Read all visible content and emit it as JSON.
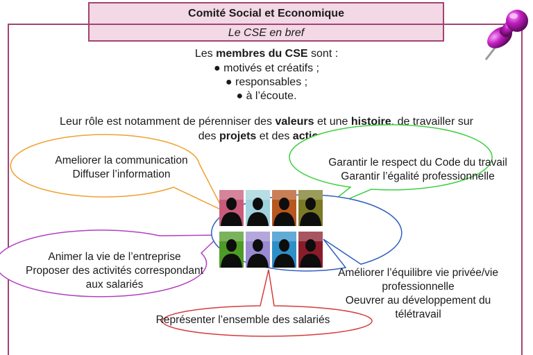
{
  "header": {
    "title": "Comité Social et Economique",
    "subtitle": "Le CSE en bref"
  },
  "intro": {
    "prefix": "Les ",
    "bold": "membres du CSE",
    "suffix": " sont :"
  },
  "bullets": [
    "● motivés et créatifs ;",
    "● responsables ;",
    "● à l’écoute."
  ],
  "role": {
    "line1_a": "Leur rôle est notamment de pérenniser des ",
    "line1_b": "valeurs",
    "line1_c": " et une ",
    "line1_d": "histoire",
    "line1_e": ", de travailler sur",
    "line2_a": "des ",
    "line2_b": "projets",
    "line2_c": " et des ",
    "line2_d": "actions",
    "line2_e": "."
  },
  "bubbles": [
    {
      "lines": [
        "Ameliorer la communication",
        "Diffuser l’information"
      ],
      "color": "#f0a030"
    },
    {
      "lines": [
        "Garantir le respect du Code du travail",
        "Garantir l’égalité professionnelle"
      ],
      "color": "#3ecf3e"
    },
    {
      "lines": [
        "Animer la vie de l’entreprise",
        "Proposer des activités correspondant",
        "aux salariés"
      ],
      "color": "#b23fc0"
    },
    {
      "lines": [
        "Améliorer l’équilibre vie privée/vie",
        "professionnelle",
        "Oeuvrer au développement du",
        "télétravail"
      ],
      "color": "#2f5fbf"
    },
    {
      "lines": [
        "Représenter l’ensemble des salariés"
      ],
      "color": "#d63a3a"
    }
  ],
  "colors": {
    "frame": "#a3426f",
    "banner_fill": "#f3d8e6",
    "pin": "#c21fc2"
  },
  "portrait_backgrounds": [
    "#c95b7a",
    "#9fd3dd",
    "#b8561f",
    "#7a7a25",
    "#4e9a26",
    "#9a8ad0",
    "#2e8fc8",
    "#8a1c2a"
  ]
}
